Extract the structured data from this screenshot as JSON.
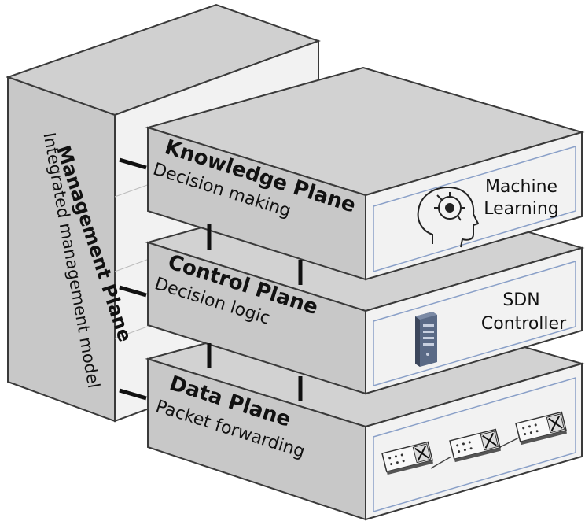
{
  "management": {
    "title": "Management Plane",
    "subtitle": "Integrated management model"
  },
  "layers": [
    {
      "title": "Knowledge Plane",
      "subtitle": "Decision making",
      "side_line1": "Machine",
      "side_line2": "Learning",
      "icon": "brain-head-icon"
    },
    {
      "title": "Control Plane",
      "subtitle": "Decision logic",
      "side_line1": "SDN",
      "side_line2": "Controller",
      "icon": "server-icon"
    },
    {
      "title": "Data Plane",
      "subtitle": "Packet forwarding",
      "icon": "network-switch-icon"
    }
  ],
  "colors": {
    "face_gray": "#c8c8c8",
    "top_gray": "#d2d2d2",
    "side_white": "#f2f2f2",
    "outline": "#3a3a3a",
    "side_border": "#8aa0c8",
    "connector": "#111111"
  }
}
